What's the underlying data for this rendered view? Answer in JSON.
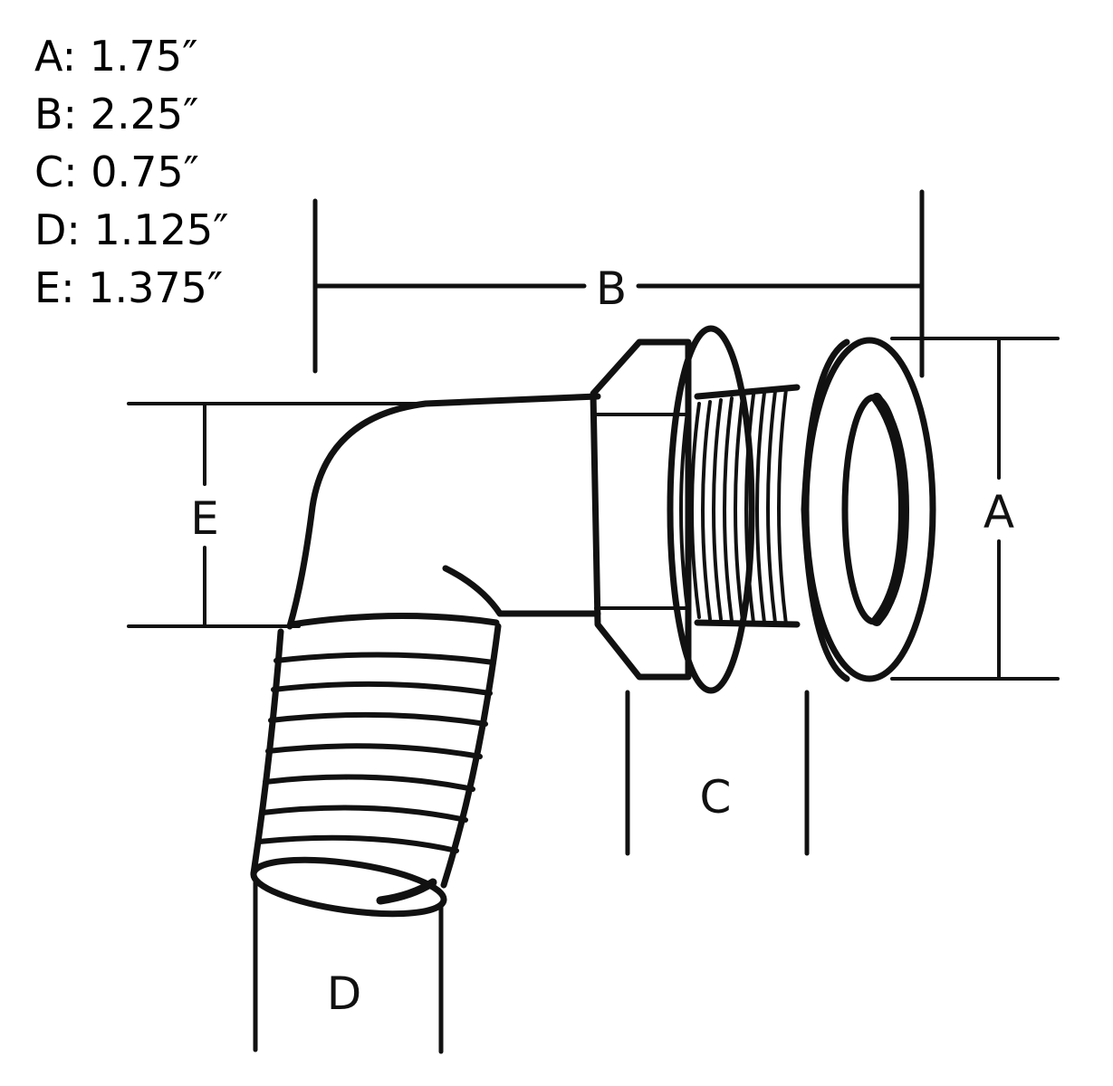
{
  "legend": [
    {
      "letter": "A",
      "text": "A: 1.75″"
    },
    {
      "letter": "B",
      "text": "B: 2.25″"
    },
    {
      "letter": "C",
      "text": "C: 0.75″"
    },
    {
      "letter": "D",
      "text": "D: 1.125″"
    },
    {
      "letter": "E",
      "text": "E: 1.375″"
    }
  ],
  "labels": {
    "A": "A",
    "B": "B",
    "C": "C",
    "D": "D",
    "E": "E"
  },
  "colors": {
    "line": "#111111",
    "background": "#ffffff"
  }
}
